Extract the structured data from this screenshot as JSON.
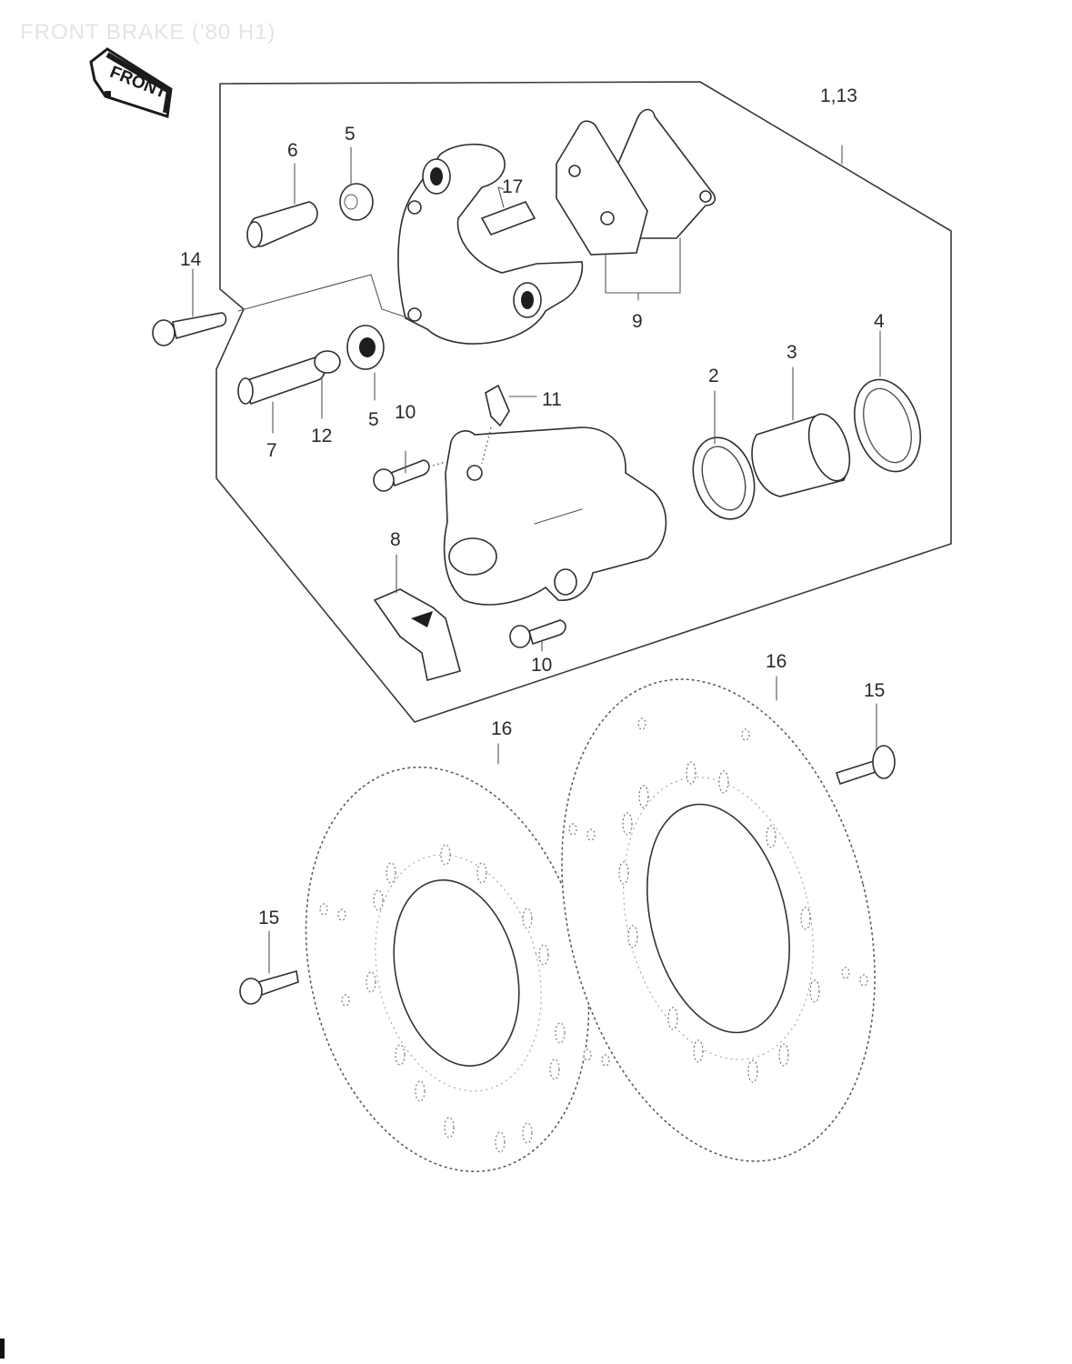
{
  "title": "FRONT BRAKE ('80 H1)",
  "front_badge": "FRONT",
  "callouts": {
    "c1_13": "1,13",
    "c2": "2",
    "c3": "3",
    "c4": "4",
    "c5a": "5",
    "c5b": "5",
    "c6": "6",
    "c7": "7",
    "c8": "8",
    "c9": "9",
    "c10a": "10",
    "c10b": "10",
    "c11": "11",
    "c12": "12",
    "c14": "14",
    "c15a": "15",
    "c15b": "15",
    "c16a": "16",
    "c16b": "16",
    "c17": "17"
  }
}
